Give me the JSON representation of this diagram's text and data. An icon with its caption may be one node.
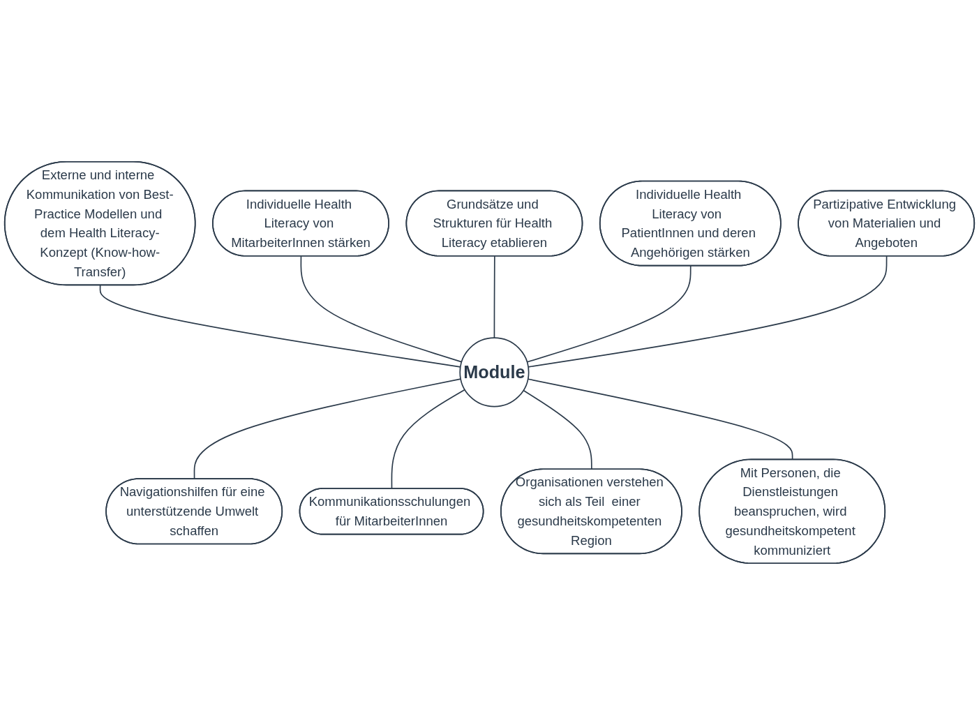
{
  "diagram": {
    "nodes": [
      {
        "text": [
          "Externe und interne Kommunikation von Best-Practice Modellen und dem Health Literacy-Konzept (Know-how-Transfer)"
        ]
      },
      {
        "text": [
          "Individuelle Health Literacy von MitarbeiterInnen stärken"
        ]
      },
      {
        "text": [
          "Grundsätze und Strukturen für Health Literacy etablieren"
        ]
      },
      {
        "text": [
          "Individuelle Health Literacy von  PatientInnen und deren Angehörigen stärken"
        ]
      },
      {
        "text": [
          "Partizipative Entwicklung von Materialien und Angeboten"
        ]
      },
      {
        "text": [
          "Module"
        ]
      },
      {
        "text": [
          "Navigationshilfen für eine unterstützende Umwelt schaffen"
        ]
      },
      {
        "text": [
          "Kommunikationsschulungen für MitarbeiterInnen"
        ]
      },
      {
        "text": [
          "Organisationen verstehen sich als Teil  einer gesundheitskompetenten Region"
        ]
      },
      {
        "text": [
          "Mit Personen, die Dienstleistungen beanspruchen, wird gesundheitskompetent kommuniziert"
        ]
      }
    ],
    "edges": [
      {
        "from": 0,
        "to": 5,
        "arrow": "none"
      },
      {
        "from": 1,
        "to": 5,
        "arrow": "none"
      },
      {
        "from": 2,
        "to": 5,
        "arrow": "none"
      },
      {
        "from": 3,
        "to": 5,
        "arrow": "none"
      },
      {
        "from": 4,
        "to": 5,
        "arrow": "none"
      },
      {
        "from": 5,
        "to": 6,
        "arrow": "none"
      },
      {
        "from": 5,
        "to": 7,
        "arrow": "none"
      },
      {
        "from": 5,
        "to": 8,
        "arrow": "none"
      },
      {
        "from": 5,
        "to": 9,
        "arrow": "none"
      }
    ]
  }
}
